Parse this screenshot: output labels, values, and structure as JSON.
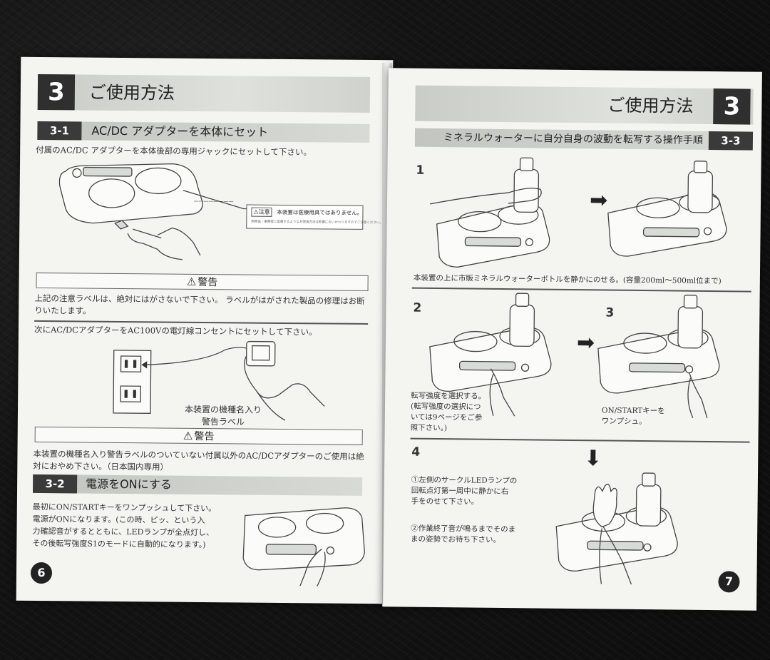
{
  "left_page": {
    "chapter": {
      "number": "3",
      "title": "ご使用方法"
    },
    "section_31": {
      "number": "3-1",
      "title": "AC/DC アダプターを本体にセット"
    },
    "intro": "付属のAC/DC アダプターを本体後部の専用ジャックにセットして下さい。",
    "caution_label": {
      "tag": "注意",
      "text": "本装置は医療用具ではありません。",
      "subtext": "国際品・事業者に型番するようなお使用方法は影響においかわりますのでご注意ください。"
    },
    "warning1": {
      "title": "警告",
      "text": "上記の注意ラベルは、絶対にはがさないで下さい。 ラベルがはがされた製品の修理はお断りいたします。"
    },
    "next_step": "次にAC/DCアダプターをAC100Vの電灯線コンセントにセットして下さい。",
    "label_callout": {
      "line1": "本装置の機種名入り",
      "line2": "警告ラベル"
    },
    "warning2": {
      "title": "警告",
      "text": "本装置の機種名入り警告ラベルのついていない付属以外のAC/DCアダプターのご使用は絶対におやめ下さい。（日本国内専用）"
    },
    "section_32": {
      "number": "3-2",
      "title": "電源をONにする"
    },
    "power_text": [
      "最初にON/STARTキーをワンプッシュして下さい。",
      "電源がONになります。(この時、ピッ、という入",
      "力確認音がするとともに、LEDランプが全点灯し、",
      "その後転写強度S1のモードに自動的になります。)"
    ],
    "page_number": "6"
  },
  "right_page": {
    "chapter": {
      "number": "3",
      "title": "ご使用方法"
    },
    "section_33": {
      "number": "3-3",
      "title": "ミネラルウォーターに自分自身の波動を転写する操作手順"
    },
    "step1": {
      "number": "1",
      "text": "本装置の上に市販ミネラルウォーターボトルを静かにのせる。(容量200ml～500ml位まで)"
    },
    "step2": {
      "number": "2",
      "text": [
        "転写強度を選択する。",
        "(転写強度の選択につ",
        "いては9ページをご参",
        "照下さい。)"
      ]
    },
    "step3": {
      "number": "3",
      "text": [
        "ON/STARTキーを",
        "ワンプシュ。"
      ]
    },
    "step4": {
      "number": "4",
      "text_a": [
        "①左側のサークルLEDランプの",
        "回転点灯第一周中に静かに右",
        "手をのせて下さい。"
      ],
      "text_b": [
        "②作業終了音が鳴るまでそのま",
        "まの姿勢でお待ち下さい。"
      ]
    },
    "page_number": "7"
  },
  "icons": {
    "warning": "warning-triangle-icon",
    "arrow_right": "arrow-right-icon",
    "arrow_down": "arrow-down-icon"
  }
}
